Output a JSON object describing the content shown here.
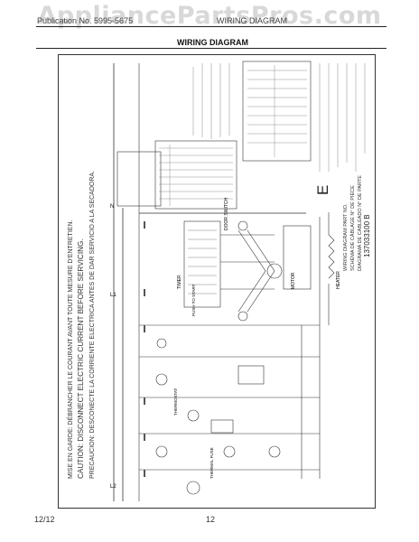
{
  "watermark": "AppliancePartsPros.com",
  "header": {
    "left": "Publication No. 5995-5675",
    "right": "WIRING DIAGRAM",
    "title": "WIRING DIAGRAM"
  },
  "caution": {
    "en": "CAUTION: DISCONNECT ELECTRIC CURRENT BEFORE SERVICING.",
    "fr": "MISE EN GARDE: DÉBRANCHER LE COURANT AVANT TOUTE MESURE D'ENTRETIEN.",
    "es": "PRECAUCION: DESCONECTE LA CORRIENTE ELECTRICA ANTES DE DAR SERVICIO A LA SECADORA."
  },
  "diagram_labels": {
    "part_number": "137033100 B",
    "rev_letter": "E",
    "diagram_title": "WIRING DIAGRAM PART NO.",
    "diagram_title_fr": "SCHÉMA DE CÂBLAGE N° DE PIÈCE",
    "diagram_title_es": "DIAGRAMA DE CABLEADO N° DE PARTE",
    "motor": "MOTOR",
    "heater": "HEATER",
    "timer": "TIMER",
    "terminal_l1": "L1",
    "terminal_n": "N",
    "terminal_l2": "L2",
    "door_switch": "DOOR SWITCH",
    "thermostat": "THERMOSTAT",
    "thermal_fuse": "THERMAL FUSE",
    "push_to_start": "PUSH TO START"
  },
  "footer": {
    "left": "12/12",
    "center": "12"
  }
}
